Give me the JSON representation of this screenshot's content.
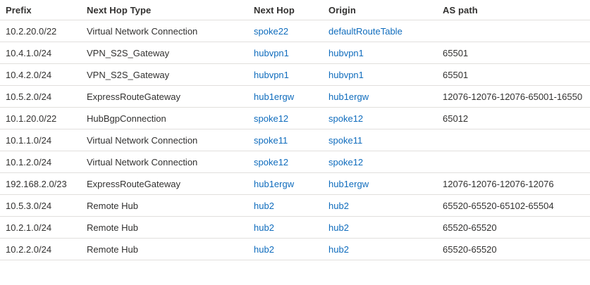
{
  "table": {
    "name": "effective-routes-table",
    "columns": [
      {
        "key": "prefix",
        "label": "Prefix"
      },
      {
        "key": "next_hop_type",
        "label": "Next Hop Type"
      },
      {
        "key": "next_hop",
        "label": "Next Hop"
      },
      {
        "key": "origin",
        "label": "Origin"
      },
      {
        "key": "as_path",
        "label": "AS path"
      }
    ],
    "link_color": "#0f6cbd",
    "text_color": "#323130",
    "border_color": "#e1dfdd",
    "background_color": "#ffffff",
    "rows": [
      {
        "prefix": "10.2.20.0/22",
        "next_hop_type": "Virtual Network Connection",
        "next_hop": "spoke22",
        "origin": "defaultRouteTable",
        "as_path": ""
      },
      {
        "prefix": "10.4.1.0/24",
        "next_hop_type": "VPN_S2S_Gateway",
        "next_hop": "hubvpn1",
        "origin": "hubvpn1",
        "as_path": "65501"
      },
      {
        "prefix": "10.4.2.0/24",
        "next_hop_type": "VPN_S2S_Gateway",
        "next_hop": "hubvpn1",
        "origin": "hubvpn1",
        "as_path": "65501"
      },
      {
        "prefix": "10.5.2.0/24",
        "next_hop_type": "ExpressRouteGateway",
        "next_hop": "hub1ergw",
        "origin": "hub1ergw",
        "as_path": "12076-12076-12076-65001-16550"
      },
      {
        "prefix": "10.1.20.0/22",
        "next_hop_type": "HubBgpConnection",
        "next_hop": "spoke12",
        "origin": "spoke12",
        "as_path": "65012"
      },
      {
        "prefix": "10.1.1.0/24",
        "next_hop_type": "Virtual Network Connection",
        "next_hop": "spoke11",
        "origin": "spoke11",
        "as_path": ""
      },
      {
        "prefix": "10.1.2.0/24",
        "next_hop_type": "Virtual Network Connection",
        "next_hop": "spoke12",
        "origin": "spoke12",
        "as_path": ""
      },
      {
        "prefix": "192.168.2.0/23",
        "next_hop_type": "ExpressRouteGateway",
        "next_hop": "hub1ergw",
        "origin": "hub1ergw",
        "as_path": "12076-12076-12076-12076"
      },
      {
        "prefix": "10.5.3.0/24",
        "next_hop_type": "Remote Hub",
        "next_hop": "hub2",
        "origin": "hub2",
        "as_path": "65520-65520-65102-65504"
      },
      {
        "prefix": "10.2.1.0/24",
        "next_hop_type": "Remote Hub",
        "next_hop": "hub2",
        "origin": "hub2",
        "as_path": "65520-65520"
      },
      {
        "prefix": "10.2.2.0/24",
        "next_hop_type": "Remote Hub",
        "next_hop": "hub2",
        "origin": "hub2",
        "as_path": "65520-65520"
      }
    ]
  }
}
